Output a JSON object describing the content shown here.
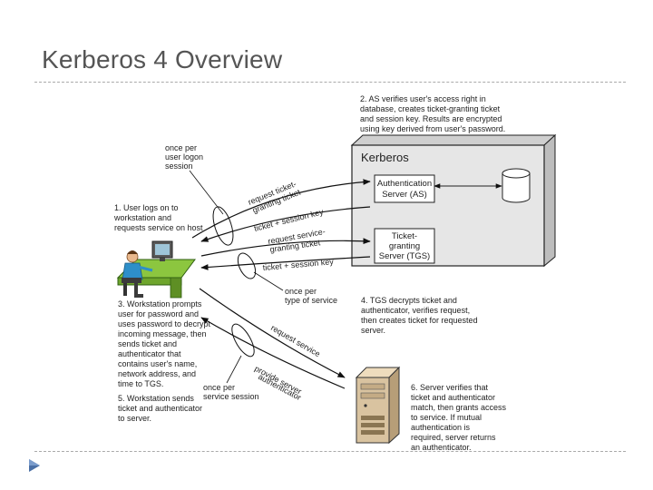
{
  "slide": {
    "title": "Kerberos 4 Overview"
  },
  "diagram": {
    "kerberos_box_title": "Kerberos",
    "as_label": [
      "Authentication",
      "Server (AS)"
    ],
    "tgs_label": [
      "Ticket-",
      "granting",
      "Server (TGS)"
    ],
    "step1": [
      "1. User logs on to",
      "workstation and",
      "requests service on host"
    ],
    "step2": [
      "2. AS verifies user's access right in",
      "database, creates ticket-granting ticket",
      "and session key. Results are encrypted",
      "using key derived from user's password."
    ],
    "step3": [
      "3. Workstation prompts",
      "user for password and",
      "uses password to decrypt",
      "incoming message, then",
      "sends ticket and",
      "authenticator that",
      "contains user's name,",
      "network address, and",
      "time to TGS."
    ],
    "step4": [
      "4. TGS decrypts ticket and",
      "authenticator, verifies request,",
      "then creates ticket for requested",
      "server."
    ],
    "step5": [
      "5. Workstation sends",
      "ticket and authenticator",
      "to server."
    ],
    "step6": [
      "6. Server verifies that",
      "ticket and authenticator",
      "match, then grants access",
      "to service. If mutual",
      "authentication is",
      "required, server returns",
      "an authenticator."
    ],
    "once_logon": [
      "once per",
      "user logon",
      "session"
    ],
    "once_service_type": [
      "once per",
      "type of service"
    ],
    "once_service_session": [
      "once per",
      "service session"
    ],
    "arrow_request_tgt": [
      "request ticket-",
      "granting ticket"
    ],
    "arrow_ticket_session_key_1": "ticket + session key",
    "arrow_request_service_granting": [
      "request service-",
      "granting ticket"
    ],
    "arrow_ticket_session_key_2": "ticket + session key",
    "arrow_request_service": "request service",
    "arrow_provide_server_auth": [
      "provide server",
      "authenticator"
    ]
  },
  "colors": {
    "title": "#555555",
    "kerberos_box_fill": "#e6e6e6",
    "desk": "#8cc63f",
    "person_shirt": "#2e8fc9",
    "server_tower": "#d9c3a0"
  },
  "icons": [
    "database-icon",
    "workstation-user-icon",
    "server-tower-icon",
    "slide-bullet-icon"
  ]
}
